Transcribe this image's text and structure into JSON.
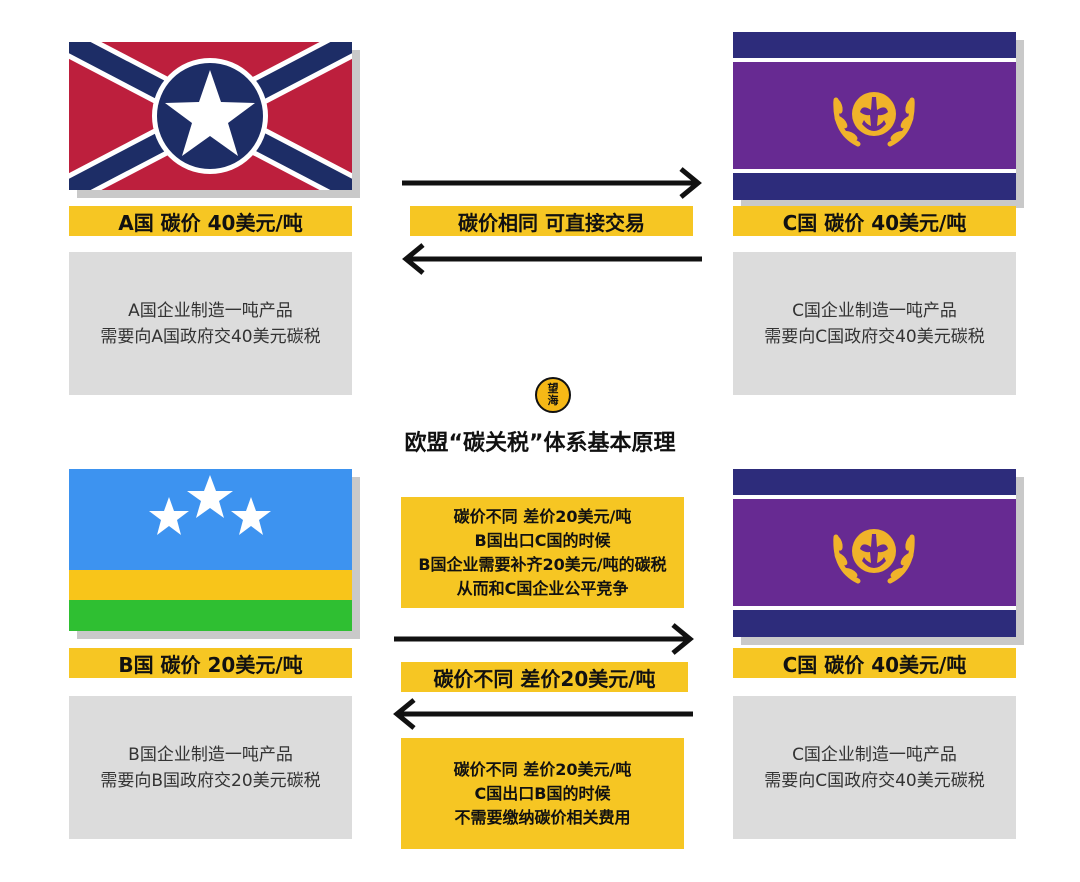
{
  "top_left": {
    "label": "A国 碳价 40美元/吨",
    "box_lines": [
      "A国企业制造一吨产品",
      "需要向A国政府交40美元碳税"
    ]
  },
  "top_right": {
    "label": "C国 碳价 40美元/吨",
    "box_lines": [
      "C国企业制造一吨产品",
      "需要向C国政府交40美元碳税"
    ]
  },
  "top_middle": {
    "label": "碳价相同 可直接交易"
  },
  "logo": {
    "lines": [
      "望",
      "海"
    ]
  },
  "title": "欧盟“碳关税”体系基本原理",
  "bottom_left": {
    "label": "B国 碳价 20美元/吨",
    "box_lines": [
      "B国企业制造一吨产品",
      "需要向B国政府交20美元碳税"
    ]
  },
  "bottom_right": {
    "label": "C国 碳价 40美元/吨",
    "box_lines": [
      "C国企业制造一吨产品",
      "需要向C国政府交40美元碳税"
    ]
  },
  "bottom_middle": {
    "upper_box_lines": [
      "碳价不同 差价20美元/吨",
      "B国出口C国的时候",
      "B国企业需要补齐20美元/吨的碳税",
      "从而和C国企业公平竞争"
    ],
    "label": "碳价不同 差价20美元/吨",
    "lower_box_lines": [
      "碳价不同 差价20美元/吨",
      "C国出口B国的时候",
      "不需要缴纳碳价相关费用"
    ]
  },
  "colors": {
    "accent_yellow": "#f6c623",
    "flag_a_red": "#bd1f3d",
    "flag_a_navy": "#1d2d66",
    "flag_c_purple": "#672a92",
    "flag_c_navy": "#2d2c7b",
    "flag_b_blue": "#3d93f0",
    "flag_b_yellow": "#f8c51a",
    "flag_b_green": "#2fbf32"
  }
}
